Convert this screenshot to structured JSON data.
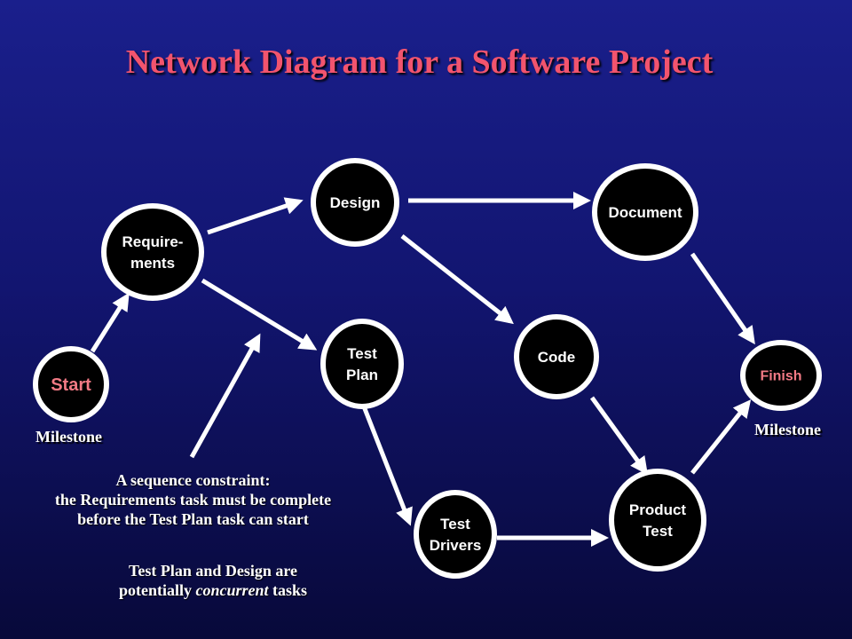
{
  "title": "Network Diagram for a Software Project",
  "nodes": {
    "start": {
      "lines": [
        "Start"
      ]
    },
    "requirements": {
      "lines": [
        "Require-",
        "ments"
      ]
    },
    "design": {
      "lines": [
        "Design"
      ]
    },
    "test_plan": {
      "lines": [
        "Test",
        "Plan"
      ]
    },
    "document": {
      "lines": [
        "Document"
      ]
    },
    "code": {
      "lines": [
        "Code"
      ]
    },
    "finish": {
      "lines": [
        "Finish"
      ]
    },
    "test_drivers": {
      "lines": [
        "Test",
        "Drivers"
      ]
    },
    "product_test": {
      "lines": [
        "Product",
        "Test"
      ]
    }
  },
  "milestone_label": "Milestone",
  "notes": {
    "sequence": [
      "A sequence constraint:",
      "the Requirements task must be complete",
      "before the Test Plan task can start"
    ],
    "concurrent": {
      "line1": "Test Plan and Design are",
      "line2_pre": "potentially ",
      "line2_em": "concurrent",
      "line2_post": " tasks"
    }
  },
  "colors": {
    "title": "#f2546e",
    "milestone_text": "#f27a85",
    "node_fill": "#000000",
    "node_stroke": "#ffffff",
    "arrow": "#ffffff"
  }
}
